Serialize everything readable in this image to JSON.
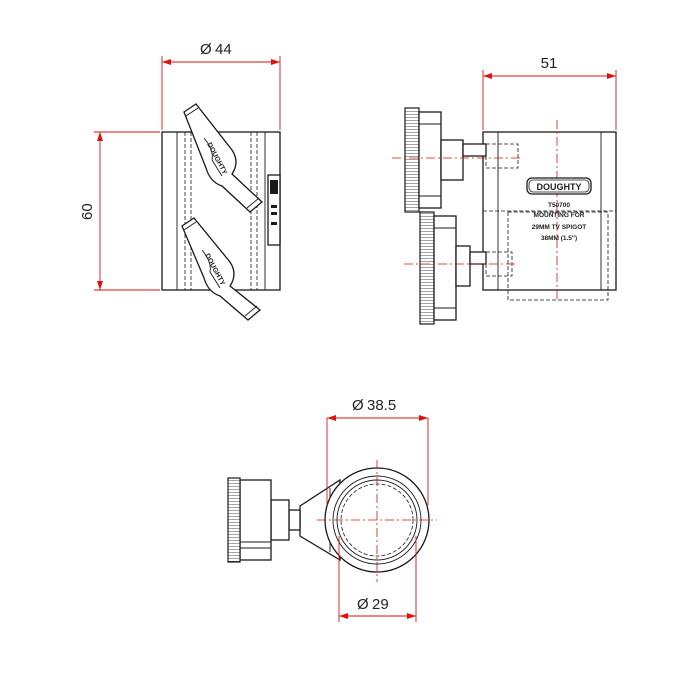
{
  "dimensions": {
    "front_width": "44",
    "front_height": "60",
    "side_width": "51",
    "top_outer_diameter": "38.5",
    "top_inner_diameter": "29"
  },
  "diameter_symbol": "Ø",
  "label": {
    "brand": "DOUGHTY",
    "part_number": "T50700",
    "line1": "MOUNTING FOR",
    "line2": "29MM TV SPIGOT",
    "line3": "38MM (1.5\")"
  },
  "colors": {
    "dimension": "#dd1111",
    "outline": "#1a1a1a",
    "background": "#ffffff"
  }
}
